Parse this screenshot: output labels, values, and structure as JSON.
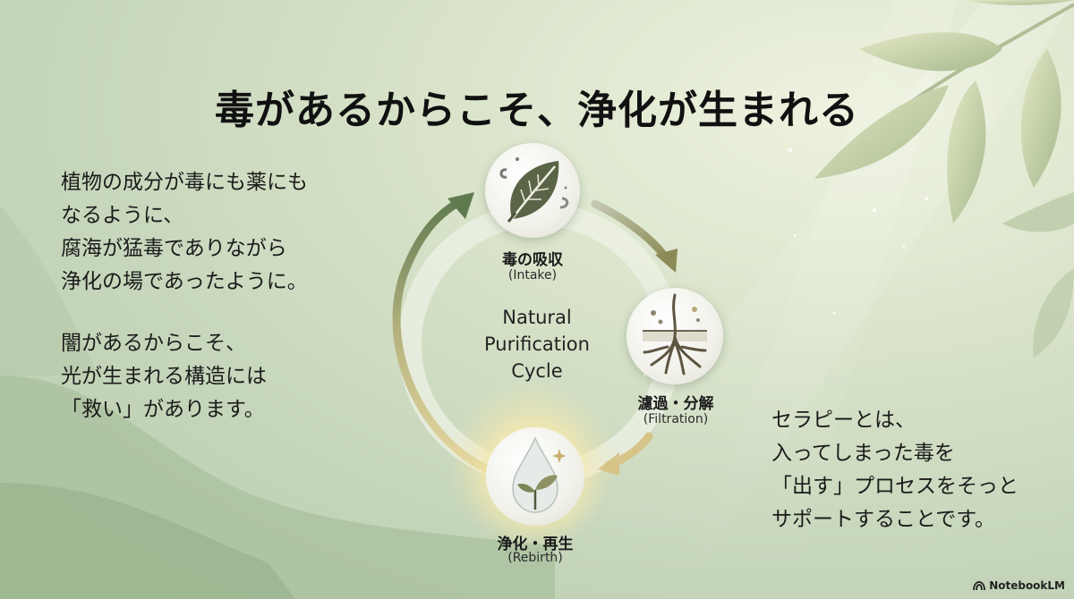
{
  "title": "毒があるからこそ、浄化が生まれる",
  "left_text": {
    "para1": [
      "植物の成分が毒にも薬にも",
      "なるように、",
      "腐海が猛毒でありながら",
      "浄化の場であったように。"
    ],
    "para2": [
      "闇があるからこそ、",
      "光が生まれる構造には",
      "「救い」があります。"
    ]
  },
  "right_text": [
    "セラピーとは、",
    "入ってしまった毒を",
    "「出す」プロセスをそっと",
    "サポートすることです。"
  ],
  "cycle": {
    "center_title": [
      "Natural",
      "Purification",
      "Cycle"
    ],
    "nodes": [
      {
        "jp": "毒の吸収",
        "en": "(Intake)",
        "icon": "leaf-icon"
      },
      {
        "jp": "濾過・分解",
        "en": "(Filtration)",
        "icon": "roots-icon"
      },
      {
        "jp": "浄化・再生",
        "en": "(Rebirth)",
        "icon": "water-drop-sprout-icon"
      }
    ],
    "colors": {
      "arrow_dark": "#5f7a4f",
      "arrow_gold": "#c9b06a",
      "ring": "#eef2e6"
    }
  },
  "footer": {
    "brand": "NotebookLM"
  }
}
